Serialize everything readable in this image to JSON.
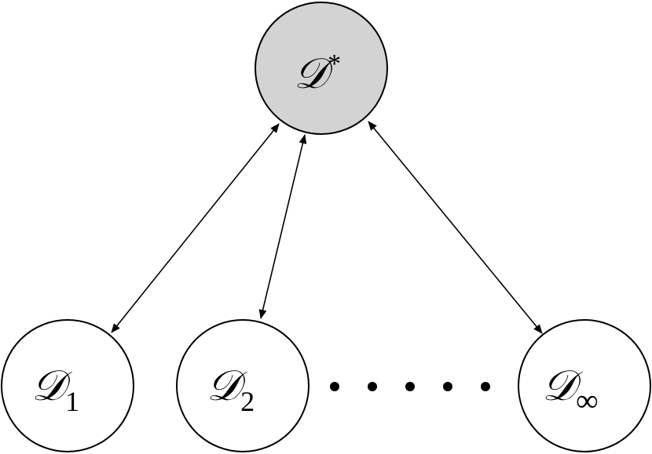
{
  "diagram": {
    "center": {
      "symbol": "𝒟",
      "superscript": "*",
      "fill": "#d3d3d3"
    },
    "leaves": [
      {
        "symbol": "𝒟",
        "subscript": "1"
      },
      {
        "symbol": "𝒟",
        "subscript": "2"
      },
      {
        "symbol": "𝒟",
        "subscript": "∞"
      }
    ],
    "ellipsis_dot_count": 5,
    "stroke_color": "#000000",
    "leaf_fill": "#ffffff"
  }
}
